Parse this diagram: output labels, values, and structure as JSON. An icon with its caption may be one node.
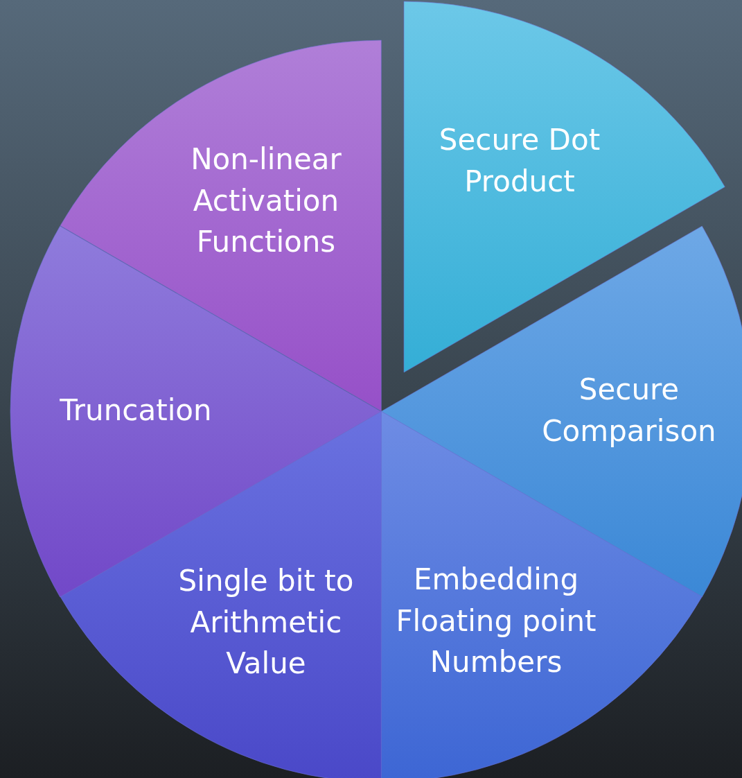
{
  "diagram": {
    "nodes": [
      {
        "text": [
          "Non-linear Activation Functions"
        ]
      },
      {
        "text": [
          "Secure Dot Product"
        ]
      },
      {
        "text": [
          "Secure Comparison"
        ]
      },
      {
        "text": [
          "Embedding Floating point Numbers"
        ]
      },
      {
        "text": [
          "Single bit to Arithmetic Value"
        ]
      },
      {
        "text": [
          "Truncation"
        ]
      }
    ]
  }
}
